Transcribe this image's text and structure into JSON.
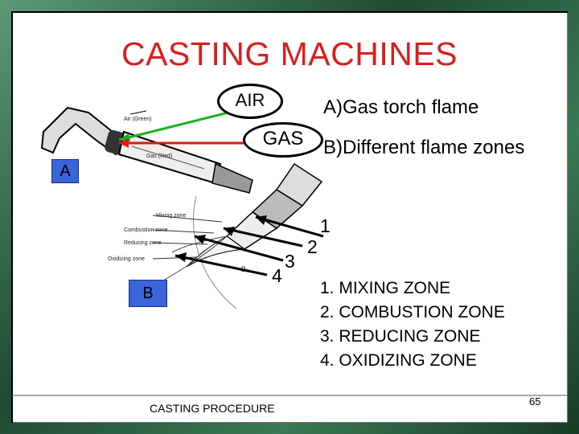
{
  "slide": {
    "title": "CASTING MACHINES",
    "oval_air": "AIR",
    "oval_gas": "GAS",
    "caption_a": "A)Gas torch flame",
    "caption_b": "B)Different flame zones",
    "box_a": "A",
    "box_b": "B",
    "numbers": [
      "1",
      "2",
      "3",
      "4"
    ],
    "zones": [
      "1. MIXING ZONE",
      "2. COMBUSTION ZONE",
      "3. REDUCING ZONE",
      "4. OXIDIZING ZONE"
    ],
    "footer": "CASTING PROCEDURE",
    "page_number": "65"
  },
  "figure": {
    "air_label": "Air (Green)",
    "gas_label": "Gas (Red)",
    "zone_labels": [
      "Mixing zone",
      "Combustion zone",
      "Reducing zone",
      "Oxidizing zone"
    ],
    "inner_b": "B"
  },
  "colors": {
    "title": "#d81e1e",
    "air_arrow": "#18b21e",
    "gas_arrow": "#e01818",
    "label_box": "#3b64d8"
  }
}
